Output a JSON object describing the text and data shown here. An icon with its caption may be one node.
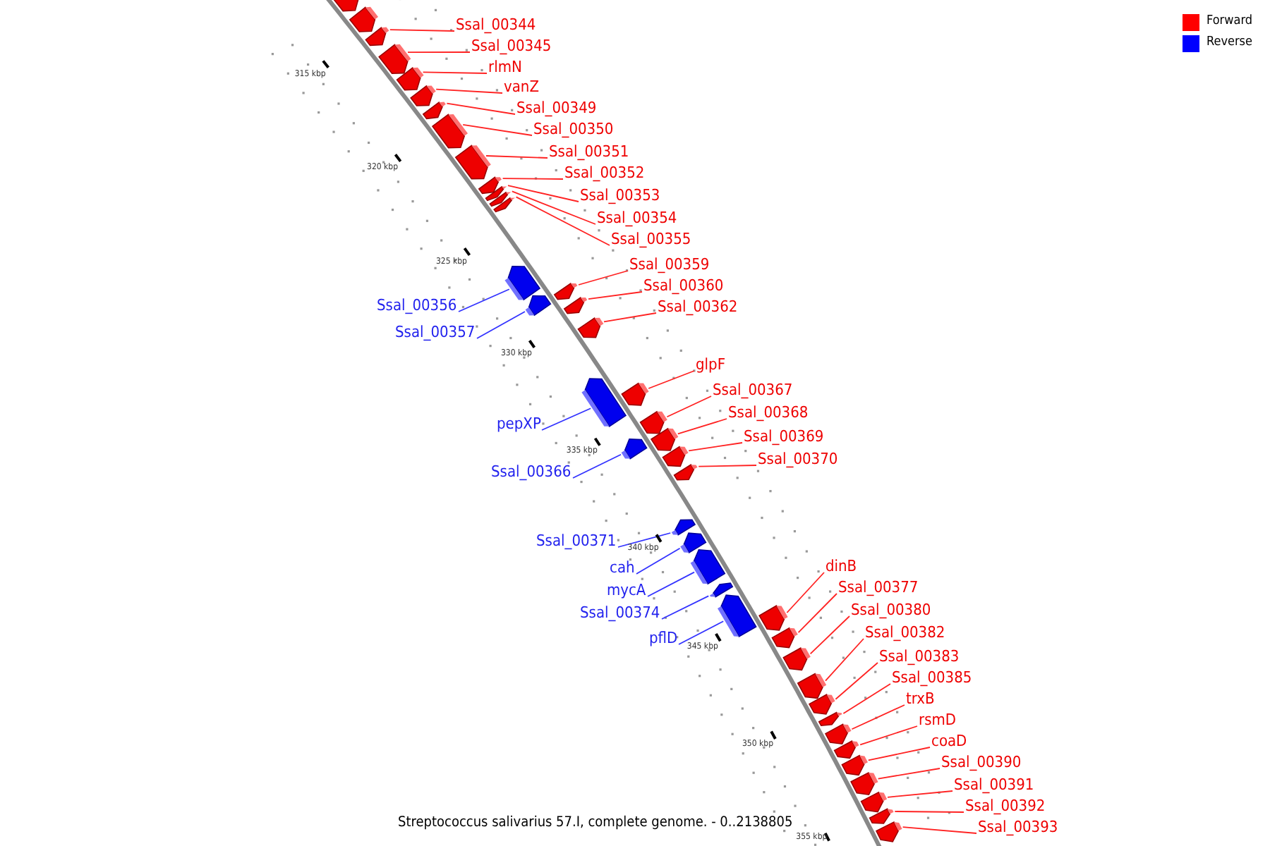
{
  "diagram": {
    "caption": "Streptococcus salivarius 57.I, complete genome. - 0..2138805",
    "nodes": [
      {
        "text": [
          "Ssal_00344"
        ]
      },
      {
        "text": [],
        "shape": "pentagon"
      },
      {
        "text": [
          "Ssal_00345"
        ]
      },
      {
        "text": [],
        "shape": "pentagon"
      },
      {
        "text": [
          "rlmN"
        ]
      },
      {
        "text": [],
        "shape": "pentagon"
      },
      {
        "text": [
          "vanZ"
        ]
      },
      {
        "text": [],
        "shape": "pentagon"
      },
      {
        "text": [
          "Ssal_00349"
        ]
      },
      {
        "text": [],
        "shape": "pentagon"
      },
      {
        "text": [
          "Ssal_00350"
        ]
      },
      {
        "text": [],
        "shape": "pentagon"
      },
      {
        "text": [
          "Ssal_00351"
        ]
      },
      {
        "text": [],
        "shape": "pentagon"
      },
      {
        "text": [
          "Ssal_00352"
        ]
      },
      {
        "text": [],
        "shape": "pentagon"
      },
      {
        "text": [
          "Ssal_00353"
        ]
      },
      {
        "text": [],
        "shape": "pentagon"
      },
      {
        "text": [
          "Ssal_00354"
        ]
      },
      {
        "text": [],
        "shape": "pentagon"
      },
      {
        "text": [
          "Ssal_00355"
        ]
      },
      {
        "text": [],
        "shape": "pentagon"
      },
      {
        "text": [
          "Ssal_00359"
        ]
      },
      {
        "text": [],
        "shape": "pentagon"
      },
      {
        "text": [
          "Ssal_00360"
        ]
      },
      {
        "text": [],
        "shape": "pentagon"
      },
      {
        "text": [
          "Ssal_00356"
        ]
      },
      {
        "text": [],
        "shape": "pentagon"
      },
      {
        "text": [
          "Ssal_00362"
        ]
      },
      {
        "text": [],
        "shape": "pentagon"
      },
      {
        "text": [
          "Ssal_00357"
        ]
      },
      {
        "text": [],
        "shape": "pentagon"
      },
      {
        "text": [
          "glpF"
        ]
      },
      {
        "text": [],
        "shape": "pentagon"
      },
      {
        "text": [
          "Ssal_00367"
        ]
      },
      {
        "text": [],
        "shape": "pentagon"
      },
      {
        "text": [
          "Ssal_00368"
        ]
      },
      {
        "text": [],
        "shape": "pentagon"
      },
      {
        "text": [
          "pepXP"
        ]
      },
      {
        "text": [],
        "shape": "pentagon"
      },
      {
        "text": [
          "Ssal_00369"
        ]
      },
      {
        "text": [],
        "shape": "pentagon"
      },
      {
        "text": [
          "Ssal_00370"
        ]
      },
      {
        "text": [],
        "shape": "pentagon"
      },
      {
        "text": [
          "Ssal_00366"
        ]
      },
      {
        "text": [],
        "shape": "pentagon"
      },
      {
        "text": [
          "Ssal_00371"
        ]
      },
      {
        "text": [],
        "shape": "pentagon"
      },
      {
        "text": [
          "dinB"
        ]
      },
      {
        "text": [],
        "shape": "pentagon"
      },
      {
        "text": [
          "cah"
        ]
      },
      {
        "text": [],
        "shape": "pentagon"
      },
      {
        "text": [
          "Ssal_00377"
        ]
      },
      {
        "text": [],
        "shape": "pentagon"
      },
      {
        "text": [
          "mycA"
        ]
      },
      {
        "text": [],
        "shape": "pentagon"
      },
      {
        "text": [
          "Ssal_00380"
        ]
      },
      {
        "text": [],
        "shape": "pentagon"
      },
      {
        "text": [
          "Ssal_00374"
        ]
      },
      {
        "text": [],
        "shape": "pentagon"
      },
      {
        "text": [
          "Ssal_00382"
        ]
      },
      {
        "text": [],
        "shape": "pentagon"
      },
      {
        "text": [
          "pflD"
        ]
      },
      {
        "text": [],
        "shape": "pentagon"
      },
      {
        "text": [
          "Ssal_00383"
        ]
      },
      {
        "text": [],
        "shape": "pentagon"
      },
      {
        "text": [
          "Ssal_00385"
        ]
      },
      {
        "text": [],
        "shape": "pentagon"
      },
      {
        "text": [
          "trxB"
        ]
      },
      {
        "text": [],
        "shape": "pentagon"
      },
      {
        "text": [
          "rsmD"
        ]
      },
      {
        "text": [],
        "shape": "pentagon"
      },
      {
        "text": [
          "coaD"
        ]
      },
      {
        "text": [],
        "shape": "pentagon"
      },
      {
        "text": [
          "Ssal_00390"
        ]
      },
      {
        "text": [],
        "shape": "pentagon"
      },
      {
        "text": [
          "Ssal_00391"
        ]
      },
      {
        "text": [],
        "shape": "pentagon"
      },
      {
        "text": [
          "Ssal_00392"
        ]
      },
      {
        "text": [],
        "shape": "pentagon"
      },
      {
        "text": [
          "Ssal_00393"
        ]
      },
      {
        "text": [],
        "shape": "pentagon"
      }
    ],
    "edges": [
      {
        "from": 0,
        "to": 1,
        "arrow": "none"
      },
      {
        "from": 2,
        "to": 3,
        "arrow": "none"
      },
      {
        "from": 4,
        "to": 5,
        "arrow": "none"
      },
      {
        "from": 6,
        "to": 7,
        "arrow": "none"
      },
      {
        "from": 8,
        "to": 9,
        "arrow": "none"
      },
      {
        "from": 10,
        "to": 11,
        "arrow": "none"
      },
      {
        "from": 12,
        "to": 13,
        "arrow": "none"
      },
      {
        "from": 14,
        "to": 15,
        "arrow": "none"
      },
      {
        "from": 16,
        "to": 17,
        "arrow": "none"
      },
      {
        "from": 18,
        "to": 19,
        "arrow": "none"
      },
      {
        "from": 20,
        "to": 21,
        "arrow": "none"
      },
      {
        "from": 22,
        "to": 23,
        "arrow": "none"
      },
      {
        "from": 24,
        "to": 25,
        "arrow": "none"
      },
      {
        "from": 26,
        "to": 27,
        "arrow": "none",
        "color": "#3333ff"
      },
      {
        "from": 28,
        "to": 29,
        "arrow": "none"
      },
      {
        "from": 30,
        "to": 31,
        "arrow": "none",
        "color": "#3333ff"
      },
      {
        "from": 32,
        "to": 33,
        "arrow": "none"
      },
      {
        "from": 34,
        "to": 35,
        "arrow": "none"
      },
      {
        "from": 36,
        "to": 37,
        "arrow": "none"
      },
      {
        "from": 38,
        "to": 39,
        "arrow": "none",
        "color": "#3333ff"
      },
      {
        "from": 40,
        "to": 41,
        "arrow": "none"
      },
      {
        "from": 42,
        "to": 43,
        "arrow": "none"
      },
      {
        "from": 44,
        "to": 45,
        "arrow": "none",
        "color": "#3333ff"
      },
      {
        "from": 46,
        "to": 47,
        "arrow": "none",
        "color": "#3333ff"
      },
      {
        "from": 48,
        "to": 49,
        "arrow": "none"
      },
      {
        "from": 50,
        "to": 51,
        "arrow": "none",
        "color": "#3333ff"
      },
      {
        "from": 52,
        "to": 53,
        "arrow": "none"
      },
      {
        "from": 54,
        "to": 55,
        "arrow": "none",
        "color": "#3333ff"
      },
      {
        "from": 56,
        "to": 57,
        "arrow": "none"
      },
      {
        "from": 58,
        "to": 59,
        "arrow": "none",
        "color": "#3333ff"
      },
      {
        "from": 60,
        "to": 61,
        "arrow": "none"
      },
      {
        "from": 62,
        "to": 63,
        "arrow": "none",
        "color": "#3333ff"
      },
      {
        "from": 64,
        "to": 65,
        "arrow": "none"
      },
      {
        "from": 66,
        "to": 67,
        "arrow": "none"
      },
      {
        "from": 68,
        "to": 69,
        "arrow": "none"
      },
      {
        "from": 70,
        "to": 71,
        "arrow": "none"
      },
      {
        "from": 72,
        "to": 73,
        "arrow": "none"
      },
      {
        "from": 74,
        "to": 75,
        "arrow": "none"
      },
      {
        "from": 76,
        "to": 77,
        "arrow": "none"
      },
      {
        "from": 78,
        "to": 79,
        "arrow": "none"
      },
      {
        "from": 80,
        "to": 81,
        "arrow": "none"
      }
    ],
    "labels": [
      "315 kbp",
      "320 kbp",
      "325 kbp",
      "330 kbp",
      "335 kbp",
      "340 kbp",
      "345 kbp",
      "350 kbp",
      "355 kbp"
    ],
    "legend": [
      {
        "text": "Forward",
        "color": "#ff0000"
      },
      {
        "text": "Reverse",
        "color": "#0000ff"
      }
    ]
  }
}
